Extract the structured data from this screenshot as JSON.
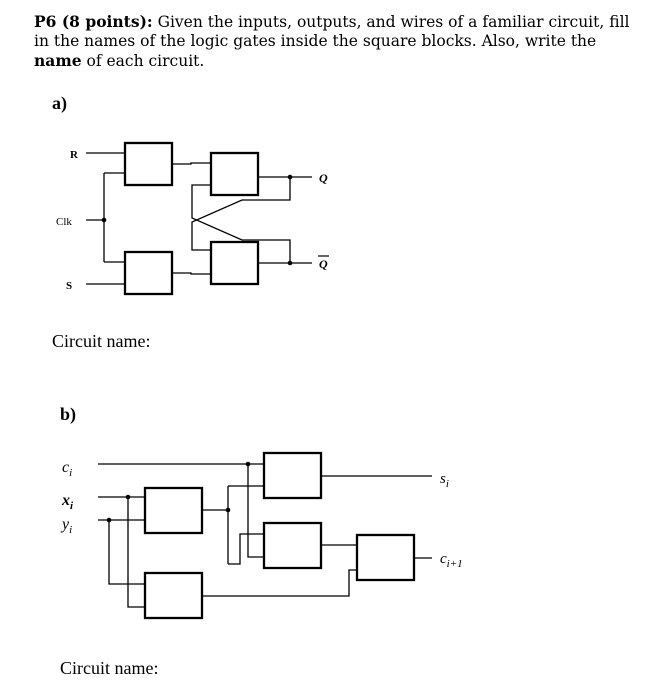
{
  "problem": {
    "number_label": "P6 (8 points):",
    "text_before_bold": " Given the inputs, outputs, and wires of a familiar circuit, fill in the names of the logic gates inside the square blocks. Also, write the ",
    "bold_word": "name",
    "text_after_bold": " of each circuit."
  },
  "part_a": {
    "label": "a)",
    "inputs": {
      "r": "R",
      "clk": "Clk",
      "s": "S"
    },
    "outputs": {
      "q": "Q",
      "q_bar": "Q"
    },
    "circuit_name_label": "Circuit name:"
  },
  "part_b": {
    "label": "b)",
    "inputs": {
      "c": "c",
      "c_sub": "i",
      "x": "x",
      "x_sub": "i",
      "y": "y",
      "y_sub": "i"
    },
    "outputs": {
      "s": "s",
      "s_sub": "i",
      "cout": "c",
      "cout_sub": "i+1"
    },
    "circuit_name_label": "Circuit name:"
  }
}
